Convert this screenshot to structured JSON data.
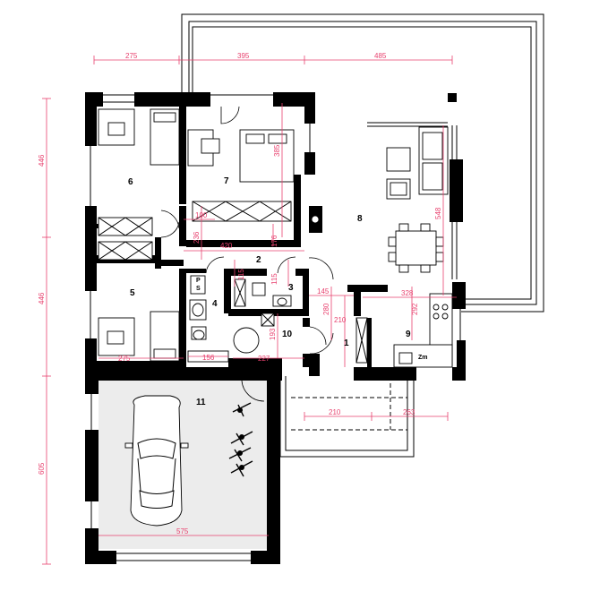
{
  "rooms": [
    {
      "id": "1",
      "label": "1"
    },
    {
      "id": "2",
      "label": "2"
    },
    {
      "id": "3",
      "label": "3"
    },
    {
      "id": "4",
      "label": "4"
    },
    {
      "id": "5",
      "label": "5"
    },
    {
      "id": "6",
      "label": "6"
    },
    {
      "id": "7",
      "label": "7"
    },
    {
      "id": "8",
      "label": "8"
    },
    {
      "id": "9",
      "label": "9"
    },
    {
      "id": "10",
      "label": "10"
    },
    {
      "id": "11",
      "label": "11"
    }
  ],
  "dimensions": {
    "top": [
      "275",
      "395",
      "485"
    ],
    "left": [
      "446",
      "446",
      "605"
    ],
    "inner": {
      "d385": "385",
      "d548": "548",
      "d100": "100",
      "d236": "236",
      "d420": "420",
      "d176": "176",
      "d115a": "115",
      "d115b": "115",
      "d145": "145",
      "d328": "328",
      "d280": "280",
      "d210a": "210",
      "d292": "292",
      "d193": "193",
      "d275": "275",
      "d156": "156",
      "d227": "227",
      "d210b": "210",
      "d263": "263",
      "d575": "575"
    }
  },
  "fixtures": {
    "ps_p": "P",
    "ps_s": "S",
    "fridge": "Zm"
  },
  "colors": {
    "dimension": "#e8426f",
    "wall": "#000000",
    "garage_floor": "#ececec",
    "background": "#ffffff"
  }
}
